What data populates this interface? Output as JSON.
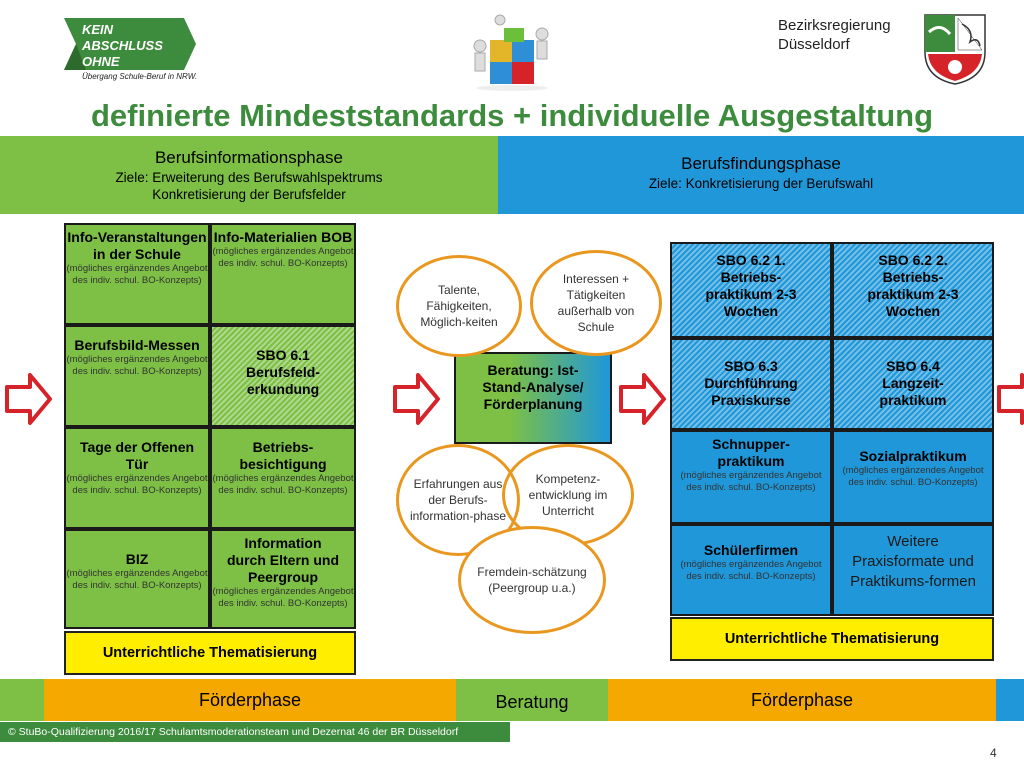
{
  "logo": {
    "line1": "KEIN ABSCHLUSS",
    "line2": "OHNE ANSCHLUSS",
    "sub": "Übergang Schule-Beruf in NRW."
  },
  "authority": {
    "line1": "Bezirksregierung",
    "line2": "Düsseldorf"
  },
  "title": "definierte Mindeststandards + individuelle Ausgestaltung",
  "phase_info": {
    "title": "Berufsinformationsphase",
    "line1": "Ziele: Erweiterung des Berufswahlspektrums",
    "line2": "Konkretisierung der Berufsfelder"
  },
  "phase_find": {
    "title": "Berufsfindungsphase",
    "line1": "Ziele: Konkretisierung der Berufswahl"
  },
  "left_boxes": {
    "b1": {
      "title": "Info-Veranstaltungen in der Schule",
      "sub": "(mögliches ergänzendes Angebot des indiv. schul. BO-Konzepts)"
    },
    "b2": {
      "title": "Info-Materialien BOB",
      "sub": "(mögliches ergänzendes Angebot des indiv. schul. BO-Konzepts)"
    },
    "b3": {
      "title": "Berufsbild-Messen",
      "sub": "(mögliches ergänzendes Angebot des indiv. schul. BO-Konzepts)"
    },
    "b4": {
      "title": "SBO 6.1 Berufsfeld-erkundung"
    },
    "b5": {
      "title": "Tage der Offenen Tür",
      "sub": "(mögliches ergänzendes Angebot des indiv. schul. BO-Konzepts)"
    },
    "b6": {
      "title": "Betriebs-besichtigung",
      "sub": "(mögliches ergänzendes Angebot des indiv. schul. BO-Konzepts)"
    },
    "b7": {
      "title": "BIZ",
      "sub": "(mögliches ergänzendes Angebot des indiv. schul. BO-Konzepts)"
    },
    "b8": {
      "title": "Information durch Eltern und Peergroup",
      "sub": "(mögliches ergänzendes Angebot des indiv. schul. BO-Konzepts)"
    }
  },
  "left_bottom": "Unterrichtliche Thematisierung",
  "center": {
    "beratung": "Beratung: Ist-Stand-Analyse/ Förderplanung",
    "e1": "Talente, Fähigkeiten, Möglich-keiten",
    "e2": "Interessen + Tätigkeiten außerhalb von Schule",
    "e3": "Erfahrungen aus der Berufs-information-phase",
    "e4": "Kompetenz-entwicklung im Unterricht",
    "e5": "Fremdein-schätzung (Peergroup u.a.)"
  },
  "right_boxes": {
    "r1": "SBO 6.2 1. Betriebs-praktikum 2-3 Wochen",
    "r2": "SBO 6.2 2. Betriebs-praktikum 2-3 Wochen",
    "r3": "SBO 6.3 Durchführung Praxiskurse",
    "r4": "SBO 6.4 Langzeit-praktikum",
    "r5": {
      "title": "Schnupper-praktikum",
      "sub": "(mögliches ergänzendes Angebot des indiv. schul. BO-Konzepts)"
    },
    "r6": {
      "title": "Sozialpraktikum",
      "sub": "(mögliches ergänzendes Angebot des indiv. schul. BO-Konzepts)"
    },
    "r7": {
      "title": "Schülerfirmen",
      "sub": "(mögliches ergänzendes Angebot des indiv. schul. BO-Konzepts)"
    },
    "r8": "Weitere Praxisformate und Praktikums-formen"
  },
  "right_bottom": "Unterrichtliche Thematisierung",
  "bottom_bar": {
    "left": "Förderphase",
    "mid": "Beratung",
    "right": "Förderphase"
  },
  "footer": "© StuBo-Qualifizierung 2016/17 Schulamtsmoderationsteam und Dezernat 46 der BR Düsseldorf",
  "page_number": "4",
  "colors": {
    "title_green": "#3d8b3d",
    "green": "#7dc045",
    "blue": "#1f97d9",
    "orange": "#f5a800",
    "yellow": "#ffee00",
    "arrow_red": "#d6232a",
    "ellipse_orange": "#e9971f"
  }
}
